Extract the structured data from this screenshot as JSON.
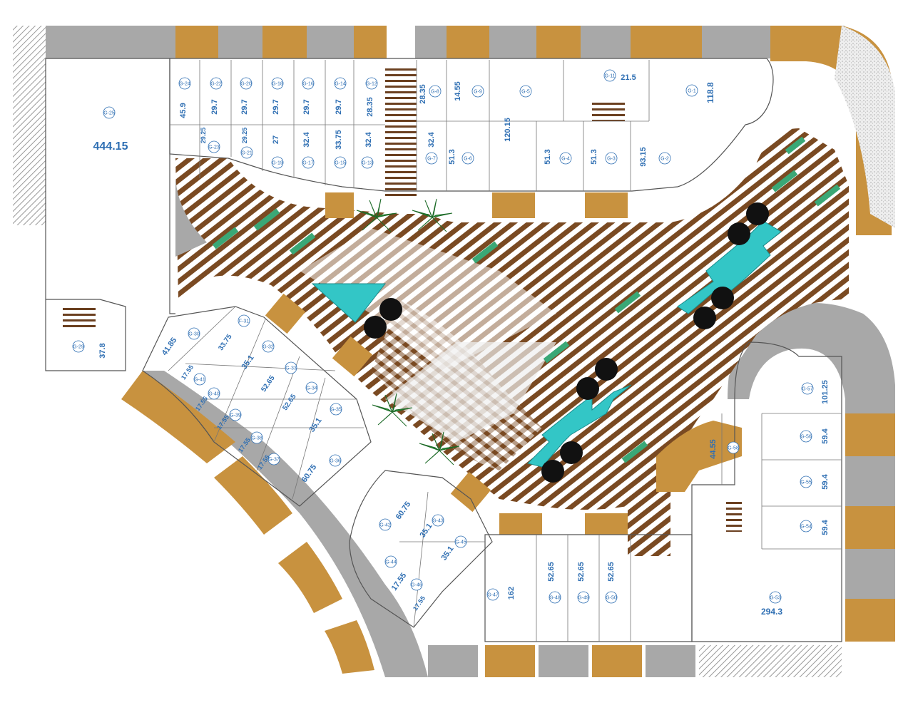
{
  "colors": {
    "walkway_brown": "#7a4a22",
    "paving_gold": "#c8923f",
    "paving_gray": "#a8a8a8",
    "water": "#33c6c6",
    "label_blue": "#2f6fb3",
    "planter_green": "#3aa876",
    "tree_black": "#111111"
  },
  "units": [
    {
      "tag": "G-25",
      "area": "444.15"
    },
    {
      "tag": "G-24",
      "area": "45.9"
    },
    {
      "tag": "G-22",
      "area": "29.7"
    },
    {
      "tag": "G-20",
      "area": "29.7"
    },
    {
      "tag": "G-18",
      "area": "29.7"
    },
    {
      "tag": "G-16",
      "area": "29.7"
    },
    {
      "tag": "G-14",
      "area": "29.7"
    },
    {
      "tag": "G-12",
      "area": "28.35"
    },
    {
      "tag": "G-8",
      "area": "28.35"
    },
    {
      "tag": "G-9",
      "area": "14.55"
    },
    {
      "tag": "G-5",
      "area": "120.15"
    },
    {
      "tag": "G-11",
      "area": "21.5"
    },
    {
      "tag": "G-1",
      "area": "118.8"
    },
    {
      "tag": "G-23",
      "area": "29.25"
    },
    {
      "tag": "G-21",
      "area": "29.25"
    },
    {
      "tag": "G-19",
      "area": "27"
    },
    {
      "tag": "G-17",
      "area": "32.4"
    },
    {
      "tag": "G-15",
      "area": "33.75"
    },
    {
      "tag": "G-13",
      "area": "32.4"
    },
    {
      "tag": "G-7",
      "area": "32.4"
    },
    {
      "tag": "G-6",
      "area": "51.3"
    },
    {
      "tag": "G-4",
      "area": "51.3"
    },
    {
      "tag": "G-3",
      "area": "51.3"
    },
    {
      "tag": "G-2",
      "area": "93.15"
    },
    {
      "tag": "G-29",
      "area": "37.8"
    },
    {
      "tag": "G-30",
      "area": "41.85"
    },
    {
      "tag": "F-31",
      "area": "33.75"
    },
    {
      "tag": "G-32",
      "area": "35.1"
    },
    {
      "tag": "G-33",
      "area": "52.65"
    },
    {
      "tag": "G-34",
      "area": "52.65"
    },
    {
      "tag": "G-35",
      "area": "35.1"
    },
    {
      "tag": "G-36",
      "area": "60.75"
    },
    {
      "tag": "G-41",
      "area": "17.55"
    },
    {
      "tag": "G-40",
      "area": "17.55"
    },
    {
      "tag": "G-39",
      "area": "17.55"
    },
    {
      "tag": "G-38",
      "area": "17.55"
    },
    {
      "tag": "G-37",
      "area": "17.55"
    },
    {
      "tag": "G-42",
      "area": "60.75"
    },
    {
      "tag": "G-43",
      "area": "35.1"
    },
    {
      "tag": "G-45",
      "area": "35.1"
    },
    {
      "tag": "G-44",
      "area": "17.55"
    },
    {
      "tag": "G-46",
      "area": "17.55"
    },
    {
      "tag": "G-47",
      "area": "162"
    },
    {
      "tag": "G-48",
      "area": "52.65"
    },
    {
      "tag": "G-49",
      "area": "52.65"
    },
    {
      "tag": "G-50",
      "area": "52.65"
    },
    {
      "tag": "G-53",
      "area": "294.3"
    },
    {
      "tag": "G-57",
      "area": "101.25"
    },
    {
      "tag": "G-56",
      "area": "59.4"
    },
    {
      "tag": "G-55",
      "area": "59.4"
    },
    {
      "tag": "G-54",
      "area": "59.4"
    },
    {
      "tag": "G-58",
      "area": "44.55"
    }
  ]
}
